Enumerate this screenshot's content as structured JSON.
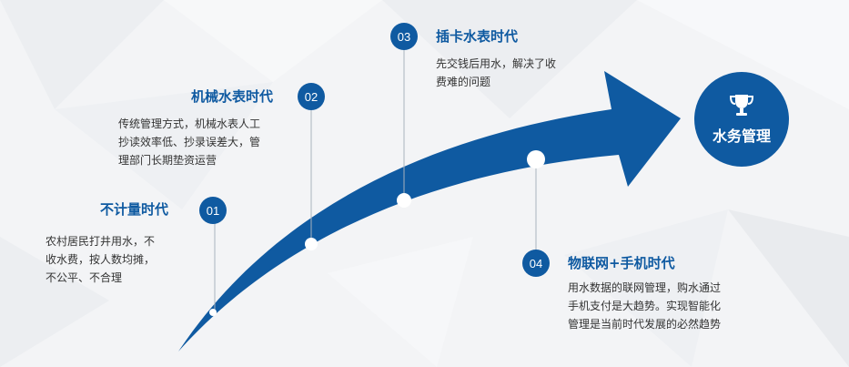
{
  "milestones": [
    {
      "number": "01",
      "title": "不计量时代",
      "lines": [
        "农村居民打井用水，不",
        "收水费，按人数均摊，",
        "不公平、不合理"
      ]
    },
    {
      "number": "02",
      "title": "机械水表时代",
      "lines": [
        "传统管理方式，机械水表人工",
        "抄读效率低、抄录误差大，管",
        "理部门长期垫资运营"
      ]
    },
    {
      "number": "03",
      "title": "插卡水表时代",
      "lines": [
        "先交钱后用水，解决了收",
        "费难的问题"
      ]
    },
    {
      "number": "04",
      "title": "物联网+手机时代",
      "lines": [
        "用水数据的联网管理，购水通过",
        "手机支付是大趋势。实现智能化",
        "管理是当前时代发展的必然趋势"
      ]
    }
  ],
  "goal": {
    "label": "水务管理",
    "icon": "trophy-icon"
  },
  "colors": {
    "primary": "#0f5aa1",
    "background": "#f3f4f6"
  }
}
